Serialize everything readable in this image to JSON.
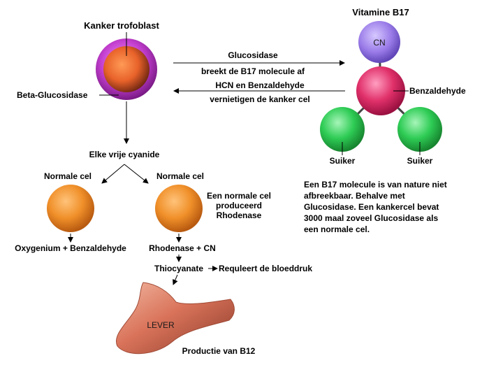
{
  "title_vitamin": "Vitamine B17",
  "cancer_cell": {
    "label": "Kanker trofoblast",
    "enzyme_label": "Beta-Glucosidase",
    "color_outer": "#c43fd0",
    "color_inner": "#e8622a"
  },
  "arrows": {
    "to_molecule_line1": "Glucosidase",
    "to_molecule_line2": "breekt de B17 molecule af",
    "to_cell_line1": "HCN en Benzaldehyde",
    "to_cell_line2": "vernietigen de kanker cel"
  },
  "molecule": {
    "cn_label": "CN",
    "center_label": "Benzaldehyde",
    "sugar_left": "Suiker",
    "sugar_right": "Suiker",
    "color_cn": "#9a7be8",
    "color_center": "#e0306a",
    "color_sugar": "#2ecc55"
  },
  "description": [
    "Een B17 molecule is van nature niet",
    "afbreekbaar. Behalve met",
    "Glucosidase. Een kankercel bevat",
    "3000 maal zoveel Glucosidase als",
    "een normale cel."
  ],
  "flow": {
    "free_cyanide": "Elke vrije cyanide",
    "normal_cell_left": "Normale cel",
    "normal_cell_right": "Normale cel",
    "rhodanese_note": [
      "Een normale cel",
      "produceerd",
      "Rhodenase"
    ],
    "left_product": "Oxygenium + Benzaldehyde",
    "right_product": "Rhodenase + CN",
    "thiocyanate": "Thiocyanate",
    "regulates": "Requleert de bloeddruk",
    "liver_label": "LEVER",
    "b12": "Productie van B12",
    "color_normal_cell": "#f0902a",
    "color_liver": "#d9735a"
  }
}
